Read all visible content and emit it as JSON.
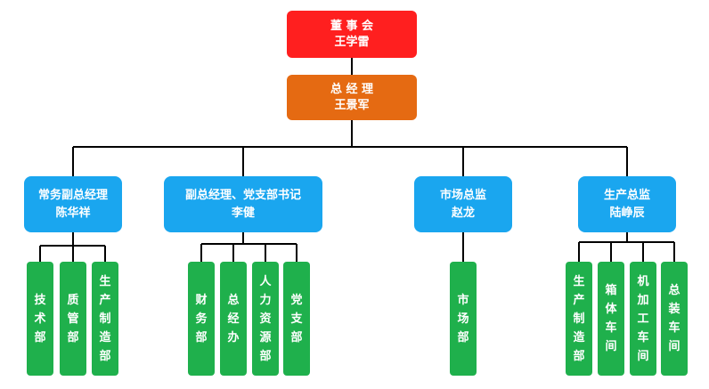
{
  "org": {
    "board": {
      "title": "董 事 会",
      "name": "王学雷"
    },
    "gm": {
      "title": "总 经 理",
      "name": "王景军"
    },
    "managers": [
      {
        "title": "常务副总经理",
        "name": "陈华祥"
      },
      {
        "title": "副总经理、党支部书记",
        "name": "李健"
      },
      {
        "title": "市场总监",
        "name": "赵龙"
      },
      {
        "title": "生产总监",
        "name": "陆峥辰"
      }
    ],
    "departments": [
      [
        "技",
        "术",
        "部"
      ],
      [
        "质",
        "管",
        "部"
      ],
      [
        "生",
        "产",
        "制",
        "造",
        "部"
      ],
      [
        "财",
        "务",
        "部"
      ],
      [
        "总",
        "经",
        "办"
      ],
      [
        "人",
        "力",
        "资",
        "源",
        "部"
      ],
      [
        "党",
        "支",
        "部"
      ],
      [
        "市",
        "场",
        "部"
      ],
      [
        "生",
        "产",
        "制",
        "造",
        "部"
      ],
      [
        "箱",
        "体",
        "车",
        "间"
      ],
      [
        "机",
        "加",
        "工",
        "车",
        "间"
      ],
      [
        "总",
        "装",
        "车",
        "间"
      ]
    ]
  },
  "colors": {
    "board": "#ff1f1f",
    "gm": "#e56a12",
    "manager": "#1aa6ef",
    "department": "#1fb04c",
    "connector": "#000000"
  }
}
